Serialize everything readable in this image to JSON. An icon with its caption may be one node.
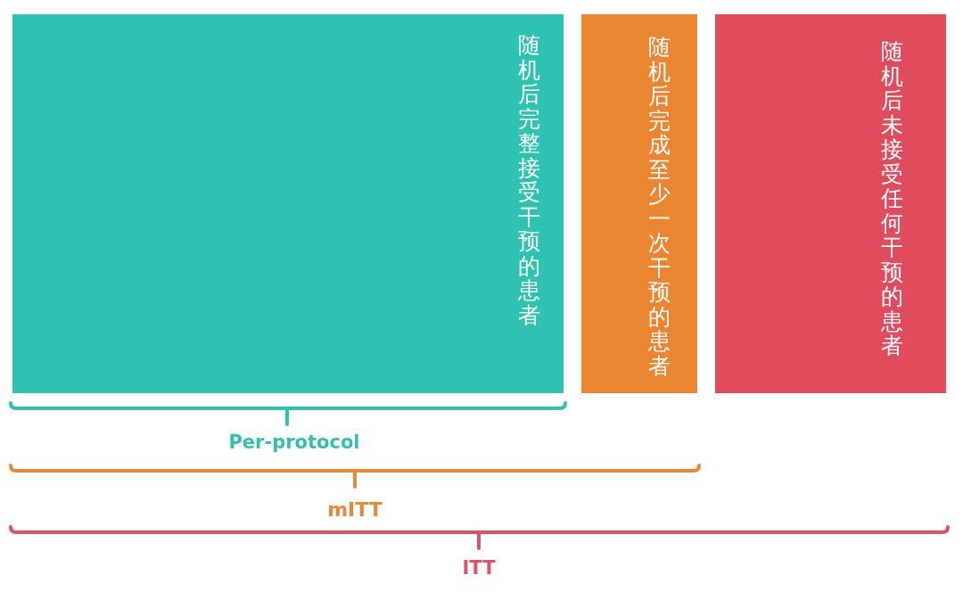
{
  "diagram": {
    "nodes": [
      {
        "text": [
          "随机后完整接受干预的患者"
        ]
      },
      {
        "text": [
          "随机后完成至少一次干预的患者"
        ]
      },
      {
        "text": [
          "随机后未接受任何干预的患者"
        ]
      }
    ],
    "labels": [
      "Per-protocol",
      "mITT",
      "ITT"
    ]
  }
}
